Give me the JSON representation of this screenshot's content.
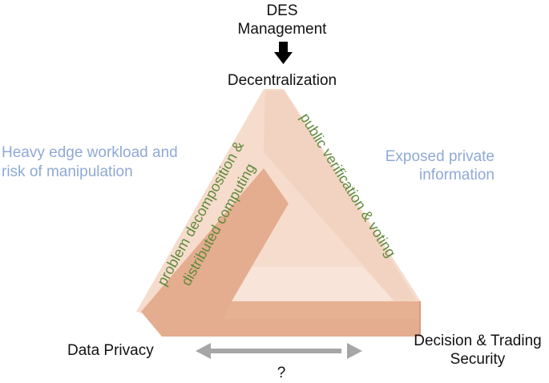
{
  "diagram": {
    "top_node": {
      "title_line1": "DES",
      "title_line2": "Management",
      "name": "Decentralization"
    },
    "left_node": {
      "name": "Data Privacy"
    },
    "right_node": {
      "name_line1": "Decision & Trading",
      "name_line2": "Security"
    },
    "left_challenge": {
      "line1": "Heavy edge workload and",
      "line2": "risk of manipulation"
    },
    "right_challenge": {
      "line1": "Exposed private",
      "line2": "information"
    },
    "left_side_text": {
      "line1": "problem decomposition &",
      "line2": "distributed computing"
    },
    "right_side_text": {
      "line1": "public verification & voting"
    },
    "bottom_text": "?"
  },
  "colors": {
    "light_face": "#f6dccd",
    "medium_face": "#f0cdb8",
    "dark_face": "#e4ad8f",
    "inner_face": "#f8e4d8",
    "arrow_black": "#000000",
    "arrow_gray": "#a6a6a6",
    "challenge_text": "#8fa9d6",
    "edge_text": "#5e8a3a"
  }
}
